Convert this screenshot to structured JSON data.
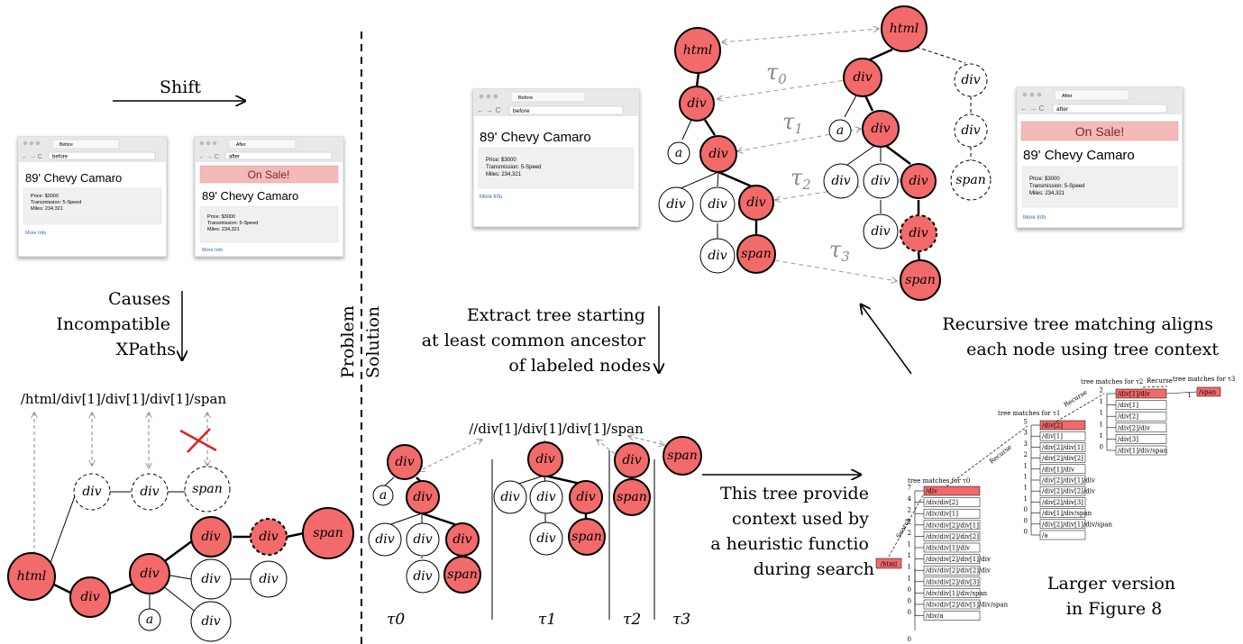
{
  "problem": {
    "shift_label": "Shift",
    "causes_label": [
      "Causes",
      "Incompatible",
      "XPaths"
    ],
    "xpath": "/html/div[1]/div[1]/div[1]/span",
    "tree_nodes": {
      "html": "html",
      "div": "div",
      "a": "a",
      "span": "span"
    }
  },
  "divider": {
    "problem_label": "Problem",
    "solution_label": "Solution"
  },
  "browser_before": {
    "tab": "Before",
    "url": "before",
    "title": "89' Chevy Camaro",
    "details": [
      "Price: $3000",
      "Transmission: 5-Speed",
      "Miles: 234,321"
    ],
    "link": "More Info"
  },
  "browser_after": {
    "tab": "After",
    "url": "after",
    "banner": "On Sale!",
    "title": "89' Chevy Camaro",
    "details": [
      "Price: $3000",
      "Transmission: 5-Speed",
      "Miles: 234,321"
    ],
    "link": "More Info"
  },
  "solution": {
    "extract_label": [
      "Extract tree starting",
      "at least common ancestor",
      "of labeled nodes"
    ],
    "xpath": "//div[1]/div[1]/div[1]/span",
    "taus": [
      "τ0",
      "τ1",
      "τ2",
      "τ3"
    ],
    "heuristic_label": [
      "This tree provide",
      "context used by",
      "a heuristic functio",
      "during search"
    ],
    "recursive_label": [
      "Recursive tree matching aligns",
      "each node using tree context"
    ],
    "larger_label": [
      "Larger version",
      "in Figure 8"
    ],
    "search_graph": {
      "root": "/html",
      "search_label": "Search",
      "recurse_label": "Recurse",
      "headers": [
        "tree matches for τ0",
        "tree matches for τ1",
        "tree matches for τ2",
        "tree matches for τ3"
      ],
      "col0": [
        {
          "n": "7",
          "p": "/div"
        },
        {
          "n": "4",
          "p": "/div/div[2]"
        },
        {
          "n": "2",
          "p": "/div/div[1]"
        },
        {
          "n": "2",
          "p": "/div/div[2]/div[1]"
        },
        {
          "n": "2",
          "p": "/div/div[2]/div[2]"
        },
        {
          "n": "1",
          "p": "/div/div[1]/div"
        },
        {
          "n": "1",
          "p": "/div/div[2]/div[1]/div"
        },
        {
          "n": "1",
          "p": "/div/div[2]/div[2]/div"
        },
        {
          "n": "1",
          "p": "/div/div[2]/div[3]"
        },
        {
          "n": "0",
          "p": "/div/div[1]/div/span"
        },
        {
          "n": "0",
          "p": "/div/div[2]/div[1]/div/span"
        },
        {
          "n": "0",
          "p": "/div/a"
        }
      ],
      "col1": [
        {
          "n": "5",
          "p": "/div[2]"
        },
        {
          "n": "3",
          "p": "/div[1]"
        },
        {
          "n": "3",
          "p": "/div[2]/div[1]"
        },
        {
          "n": "2",
          "p": "/div[2]/div[2]"
        },
        {
          "n": "1",
          "p": "/div[1]/div"
        },
        {
          "n": "1",
          "p": "/div[2]/div[1]/div"
        },
        {
          "n": "1",
          "p": "/div[2]/div[2]/div"
        },
        {
          "n": "1",
          "p": "/div[2]/div[3]"
        },
        {
          "n": "0",
          "p": "/div[1]/div/span"
        },
        {
          "n": "0",
          "p": "/div[2]/div[1]/div/span"
        },
        {
          "n": "0",
          "p": "/a"
        }
      ],
      "col2": [
        {
          "n": "2",
          "p": "/div[1]/div"
        },
        {
          "n": "1",
          "p": "/div[1]"
        },
        {
          "n": "1",
          "p": "/div[2]"
        },
        {
          "n": "1",
          "p": "/div[2]/div"
        },
        {
          "n": "1",
          "p": "/div[3]"
        },
        {
          "n": "0",
          "p": "/div[1]/div/span"
        }
      ],
      "col3": [
        {
          "n": "1",
          "p": "/span"
        }
      ]
    }
  },
  "colors": {
    "node_fill": "#f26a6a",
    "banner": "#f4b9b9",
    "link": "#2a6ab5"
  }
}
